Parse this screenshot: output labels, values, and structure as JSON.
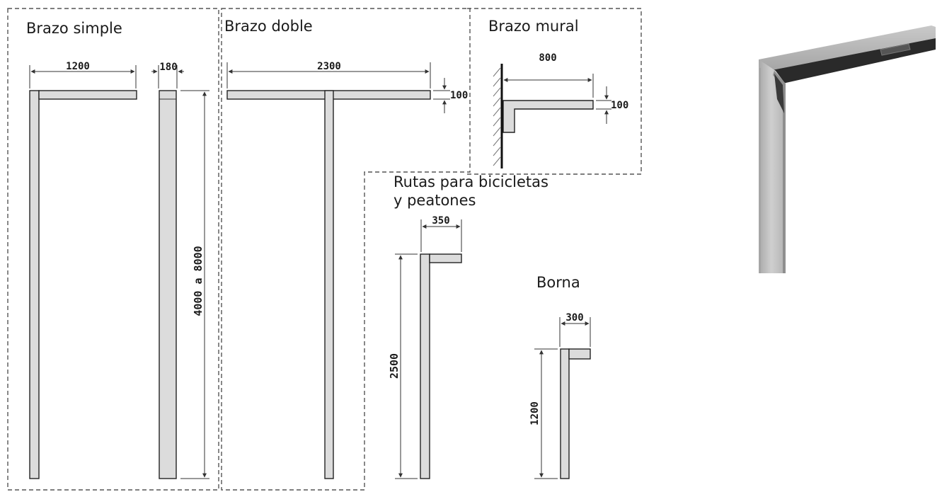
{
  "panels": {
    "simple": {
      "title": "Brazo simple",
      "arm_width": "1200",
      "pole_width": "180",
      "height": "4000 a 8000"
    },
    "doble": {
      "title": "Brazo doble",
      "arm_width": "2300",
      "arm_height": "100"
    },
    "mural": {
      "title": "Brazo mural",
      "arm_width": "800",
      "arm_height": "100"
    },
    "rutas": {
      "title_line1": "Rutas para bicicletas",
      "title_line2": "y peatones",
      "arm_width": "350",
      "height": "2500"
    },
    "borna": {
      "title": "Borna",
      "arm_width": "300",
      "height": "1200"
    }
  },
  "colors": {
    "part_fill": "#dcdcdc",
    "outline": "#222222",
    "frame_dash": "#555555"
  }
}
